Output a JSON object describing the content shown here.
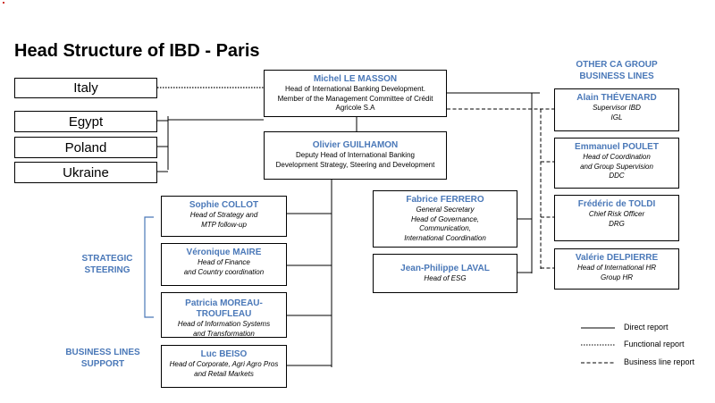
{
  "title": "Head Structure of IBD - Paris",
  "countries": [
    "Italy",
    "Egypt",
    "Poland",
    "Ukraine"
  ],
  "ceo": {
    "name": "Michel LE MASSON",
    "lines": [
      "Head of International Banking Development.",
      "Member of the Management Committee of Crédit",
      "Agricole S.A"
    ]
  },
  "deputy": {
    "name": "Olivier GUILHAMON",
    "lines": [
      "Deputy Head of International Banking",
      "Development Strategy, Steering and Development"
    ]
  },
  "left_staff": [
    {
      "name": "Sophie COLLOT",
      "lines": [
        "Head of Strategy and",
        "MTP follow-up"
      ]
    },
    {
      "name": "Véronique MAIRE",
      "lines": [
        "Head of Finance",
        "and Country coordination"
      ]
    },
    {
      "name": "Patricia MOREAU-TROUFLEAU",
      "lines": [
        "Head of Information Systems",
        "and Transformation"
      ]
    },
    {
      "name": "Luc BEISO",
      "lines": [
        "Head of Corporate, Agri Agro Pros",
        "and Retail Markets"
      ]
    }
  ],
  "mid_staff": [
    {
      "name": "Fabrice FERRERO",
      "lines": [
        "General Secretary",
        "Head of Governance,",
        "Communication,",
        "International Coordination"
      ]
    },
    {
      "name": "Jean-Philippe LAVAL",
      "lines": [
        "Head of ESG"
      ]
    }
  ],
  "other_header": "OTHER CA GROUP BUSINESS LINES",
  "other_lines": [
    {
      "name": "Alain THÉVENARD",
      "lines": [
        "Supervisor IBD",
        "IGL"
      ]
    },
    {
      "name": "Emmanuel POULET",
      "lines": [
        "Head of Coordination",
        "and Group Supervision",
        "DDC"
      ]
    },
    {
      "name": "Frédéric de TOLDI",
      "lines": [
        "Chief Risk Officer",
        "DRG"
      ]
    },
    {
      "name": "Valérie DELPIERRE",
      "lines": [
        "Head of International HR",
        "Group HR"
      ]
    }
  ],
  "groups": {
    "strategic": "STRATEGIC STEERING",
    "business": "BUSINESS LINES SUPPORT"
  },
  "legend": [
    "Direct report",
    "Functional report",
    "Business line report"
  ]
}
